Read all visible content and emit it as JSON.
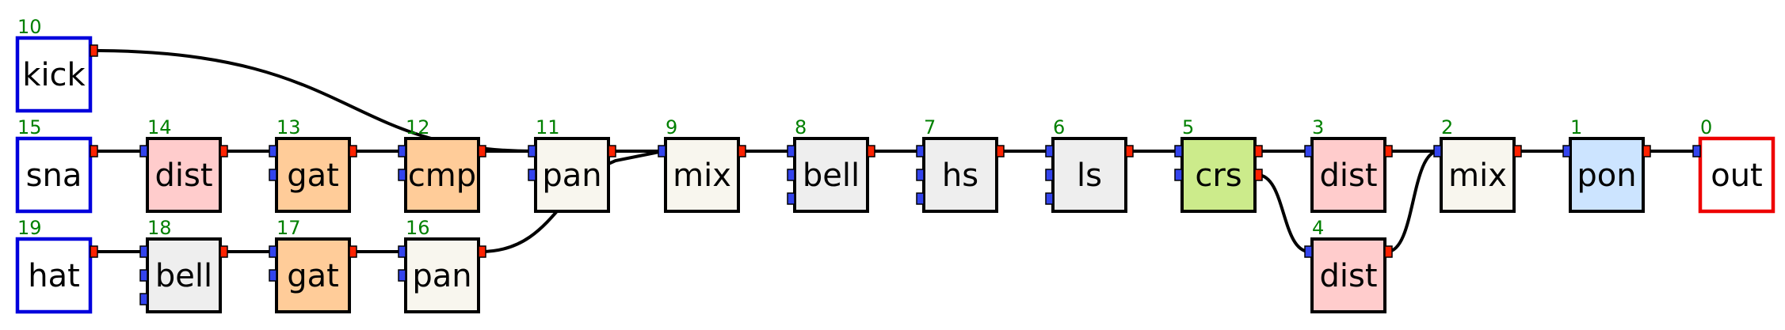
{
  "colors": {
    "io": "#ffffff",
    "input_border": "#0000dd",
    "output_border": "#ee0000",
    "dist": "#ffcccc",
    "gat": "#ffcc99",
    "cmp": "#ffcc99",
    "pan": "#f8f6ee",
    "mix": "#f8f6ee",
    "bell": "#eeeeee",
    "hs": "#eeeeee",
    "ls": "#eeeeee",
    "crs": "#cceb8b",
    "pon": "#cce4ff"
  },
  "nodes": [
    {
      "id": "10",
      "label": "kick",
      "kind": "input",
      "color": "io",
      "ins": 0,
      "outs": 1
    },
    {
      "id": "15",
      "label": "sna",
      "kind": "input",
      "color": "io",
      "ins": 0,
      "outs": 1
    },
    {
      "id": "19",
      "label": "hat",
      "kind": "input",
      "color": "io",
      "ins": 0,
      "outs": 1
    },
    {
      "id": "14",
      "label": "dist",
      "kind": "effect",
      "color": "dist",
      "ins": 1,
      "outs": 1
    },
    {
      "id": "13",
      "label": "gat",
      "kind": "effect",
      "color": "gat",
      "ins": 2,
      "outs": 1
    },
    {
      "id": "12",
      "label": "cmp",
      "kind": "effect",
      "color": "cmp",
      "ins": 2,
      "outs": 1
    },
    {
      "id": "11",
      "label": "pan",
      "kind": "effect",
      "color": "pan",
      "ins": 2,
      "outs": 1
    },
    {
      "id": "18",
      "label": "bell",
      "kind": "effect",
      "color": "bell",
      "ins": 3,
      "outs": 1
    },
    {
      "id": "17",
      "label": "gat",
      "kind": "effect",
      "color": "gat",
      "ins": 2,
      "outs": 1
    },
    {
      "id": "16",
      "label": "pan",
      "kind": "effect",
      "color": "pan",
      "ins": 2,
      "outs": 1
    },
    {
      "id": "9",
      "label": "mix",
      "kind": "effect",
      "color": "mix",
      "ins": 1,
      "outs": 1
    },
    {
      "id": "8",
      "label": "bell",
      "kind": "effect",
      "color": "bell",
      "ins": 3,
      "outs": 1
    },
    {
      "id": "7",
      "label": "hs",
      "kind": "effect",
      "color": "hs",
      "ins": 3,
      "outs": 1
    },
    {
      "id": "6",
      "label": "ls",
      "kind": "effect",
      "color": "ls",
      "ins": 3,
      "outs": 1
    },
    {
      "id": "5",
      "label": "crs",
      "kind": "effect",
      "color": "crs",
      "ins": 2,
      "outs": 2
    },
    {
      "id": "3",
      "label": "dist",
      "kind": "effect",
      "color": "dist",
      "ins": 1,
      "outs": 1
    },
    {
      "id": "4",
      "label": "dist",
      "kind": "effect",
      "color": "dist",
      "ins": 1,
      "outs": 1
    },
    {
      "id": "2",
      "label": "mix",
      "kind": "effect",
      "color": "mix",
      "ins": 1,
      "outs": 1
    },
    {
      "id": "1",
      "label": "pon",
      "kind": "effect",
      "color": "pon",
      "ins": 1,
      "outs": 1
    },
    {
      "id": "0",
      "label": "out",
      "kind": "output",
      "color": "io",
      "ins": 1,
      "outs": 0
    }
  ],
  "edges": [
    {
      "from": "10",
      "out": 0,
      "to": "11",
      "in": 0
    },
    {
      "from": "15",
      "out": 0,
      "to": "14",
      "in": 0
    },
    {
      "from": "14",
      "out": 0,
      "to": "13",
      "in": 0
    },
    {
      "from": "13",
      "out": 0,
      "to": "12",
      "in": 0
    },
    {
      "from": "12",
      "out": 0,
      "to": "11",
      "in": 0
    },
    {
      "from": "19",
      "out": 0,
      "to": "18",
      "in": 0
    },
    {
      "from": "18",
      "out": 0,
      "to": "17",
      "in": 0
    },
    {
      "from": "17",
      "out": 0,
      "to": "16",
      "in": 0
    },
    {
      "from": "11",
      "out": 0,
      "to": "9",
      "in": 0
    },
    {
      "from": "16",
      "out": 0,
      "to": "9",
      "in": 0
    },
    {
      "from": "9",
      "out": 0,
      "to": "8",
      "in": 0
    },
    {
      "from": "8",
      "out": 0,
      "to": "7",
      "in": 0
    },
    {
      "from": "7",
      "out": 0,
      "to": "6",
      "in": 0
    },
    {
      "from": "6",
      "out": 0,
      "to": "5",
      "in": 0
    },
    {
      "from": "5",
      "out": 0,
      "to": "3",
      "in": 0
    },
    {
      "from": "5",
      "out": 1,
      "to": "4",
      "in": 0
    },
    {
      "from": "3",
      "out": 0,
      "to": "2",
      "in": 0
    },
    {
      "from": "4",
      "out": 0,
      "to": "2",
      "in": 0
    },
    {
      "from": "2",
      "out": 0,
      "to": "1",
      "in": 0
    },
    {
      "from": "1",
      "out": 0,
      "to": "0",
      "in": 0
    }
  ]
}
